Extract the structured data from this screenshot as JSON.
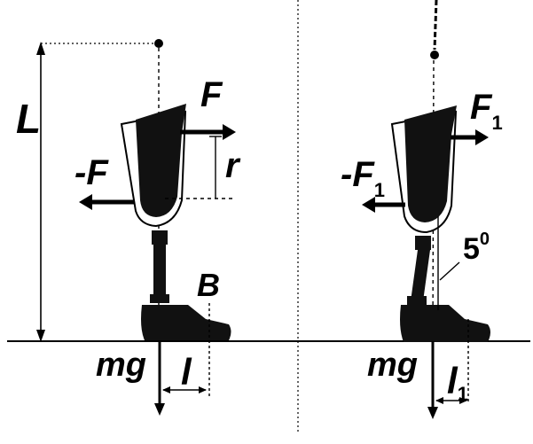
{
  "left_panel": {
    "label_L": "L",
    "label_F": "F",
    "label_negF": "-F",
    "label_r": "r",
    "label_B": "B",
    "label_mg": "mg",
    "label_l": "l"
  },
  "right_panel": {
    "label_F1_base": "F",
    "label_F1_sub": "1",
    "label_negF1_base": "-F",
    "label_negF1_sub": "1",
    "label_angle_base": "5",
    "label_angle_sup": "0",
    "label_mg": "mg",
    "label_l1_base": "l",
    "label_l1_sub": "1"
  }
}
